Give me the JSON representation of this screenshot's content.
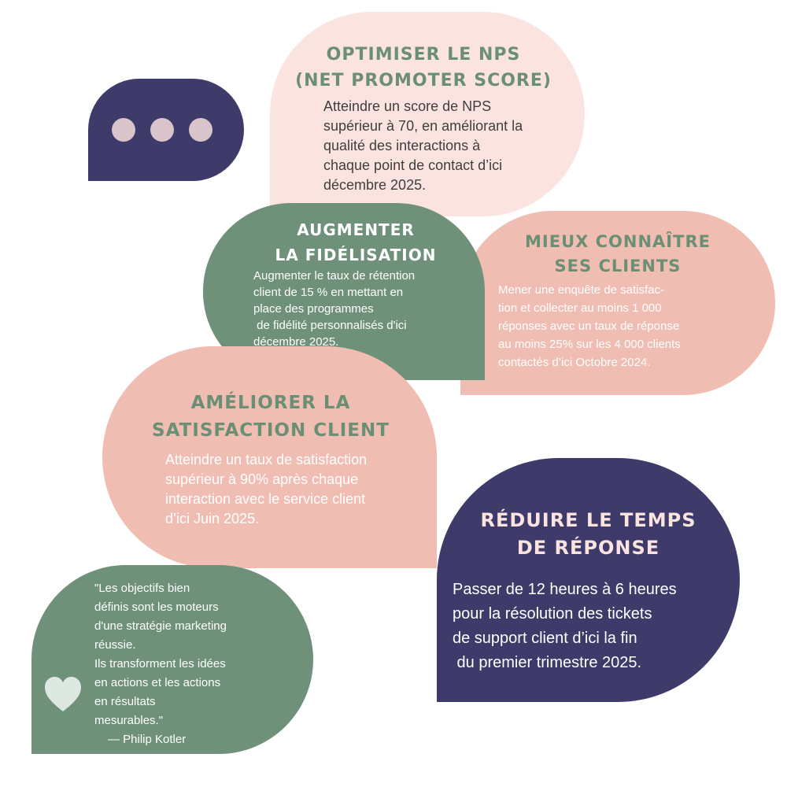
{
  "colors": {
    "navy": "#3e3b6b",
    "sage": "#6f917a",
    "blush": "#fbe3df",
    "salmon": "#f0bdb3",
    "dots": "#d9c4cc"
  },
  "chat_icon": {
    "icon": "ellipsis-chat-icon",
    "dots": 3
  },
  "nps": {
    "title": [
      "OPTIMISER LE NPS",
      "(NET PROMOTER SCORE)"
    ],
    "lines": [
      "Atteindre un score de NPS",
      "supérieur à 70, en améliorant la",
      "qualité des interactions à",
      "chaque point de contact d’ici",
      "décembre 2025."
    ]
  },
  "fidelisation": {
    "title": [
      "AUGMENTER",
      "LA FIDÉLISATION"
    ],
    "lines": [
      "Augmenter le taux de rétention",
      "client de 15 % en mettant en",
      "place des programmes",
      " de fidélité personnalisés d'ici",
      "décembre 2025."
    ]
  },
  "clients": {
    "title": [
      "MIEUX CONNAÎTRE",
      "SES CLIENTS"
    ],
    "lines": [
      "Mener une enquête de satisfac-",
      "tion et collecter au moins 1 000",
      "réponses avec un taux de réponse",
      "au moins 25% sur les 4 000 clients",
      "contactés d’ici Octobre 2024."
    ]
  },
  "satisfaction": {
    "title": [
      "AMÉLIORER LA",
      "SATISFACTION CLIENT"
    ],
    "lines": [
      "Atteindre un taux de satisfaction",
      "supérieur à 90% après chaque",
      "interaction avec le service client",
      "d’ici Juin 2025."
    ]
  },
  "reduire": {
    "title": [
      "RÉDUIRE LE TEMPS",
      "DE RÉPONSE"
    ],
    "lines": [
      "Passer de 12 heures à 6 heures",
      "pour la résolution des tickets",
      "de support client d’ici la fin",
      " du premier trimestre 2025."
    ]
  },
  "quote": {
    "icon": "heart-icon",
    "lines": [
      "\"Les objectifs bien",
      "définis sont les moteurs",
      "d'une stratégie marketing",
      "réussie.",
      "Ils transforment les idées",
      "en actions et les actions",
      "en résultats",
      "mesurables.\"",
      "— Philip Kotler"
    ]
  }
}
